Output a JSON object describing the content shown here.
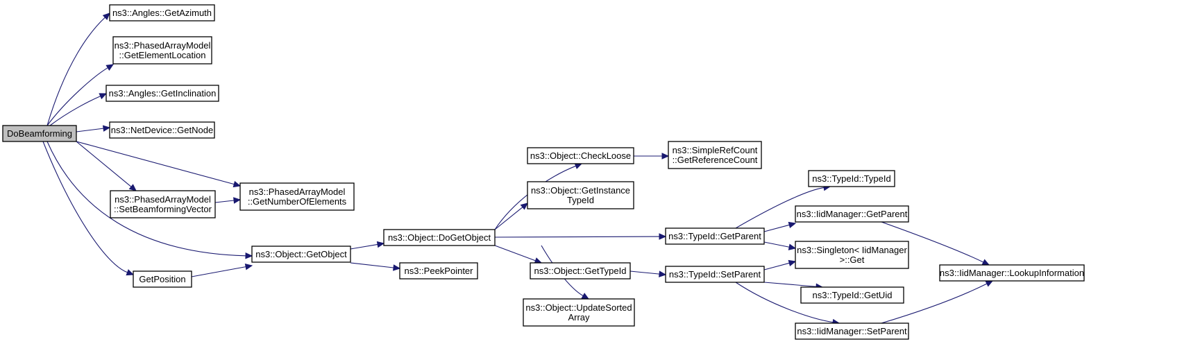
{
  "colors": {
    "edge": "#191970",
    "node_border": "#000000",
    "root_fill": "#bfbfbf",
    "node_fill": "#ffffff"
  },
  "nodes": {
    "dobeamforming": {
      "lines": [
        "DoBeamforming"
      ],
      "root": true
    },
    "angles_getazimuth": {
      "lines": [
        "ns3::Angles::GetAzimuth"
      ]
    },
    "pam_getelementlocation": {
      "lines": [
        "ns3::PhasedArrayModel",
        "::GetElementLocation"
      ]
    },
    "angles_getinclination": {
      "lines": [
        "ns3::Angles::GetInclination"
      ]
    },
    "netdevice_getnode": {
      "lines": [
        "ns3::NetDevice::GetNode"
      ]
    },
    "pam_getnumberofelements": {
      "lines": [
        "ns3::PhasedArrayModel",
        "::GetNumberOfElements"
      ]
    },
    "pam_setbeamformingvector": {
      "lines": [
        "ns3::PhasedArrayModel",
        "::SetBeamformingVector"
      ]
    },
    "object_getobject": {
      "lines": [
        "ns3::Object::GetObject"
      ]
    },
    "getposition": {
      "lines": [
        "GetPosition"
      ]
    },
    "object_dogetobject": {
      "lines": [
        "ns3::Object::DoGetObject"
      ]
    },
    "peekpointer": {
      "lines": [
        "ns3::PeekPointer"
      ]
    },
    "object_checkloose": {
      "lines": [
        "ns3::Object::CheckLoose"
      ]
    },
    "object_getinstancetypeid": {
      "lines": [
        "ns3::Object::GetInstance",
        "TypeId"
      ]
    },
    "object_gettypeid": {
      "lines": [
        "ns3::Object::GetTypeId"
      ]
    },
    "object_updatesortedarray": {
      "lines": [
        "ns3::Object::UpdateSorted",
        "Array"
      ]
    },
    "simplerefcount_getreferencecount": {
      "lines": [
        "ns3::SimpleRefCount",
        "::GetReferenceCount"
      ]
    },
    "typeid_getparent": {
      "lines": [
        "ns3::TypeId::GetParent"
      ]
    },
    "typeid_setparent": {
      "lines": [
        "ns3::TypeId::SetParent"
      ]
    },
    "typeid_typeid": {
      "lines": [
        "ns3::TypeId::TypeId"
      ]
    },
    "iidmanager_getparent": {
      "lines": [
        "ns3::IidManager::GetParent"
      ]
    },
    "singleton_get": {
      "lines": [
        "ns3::Singleton< IidManager",
        ">::Get"
      ]
    },
    "typeid_getuid": {
      "lines": [
        "ns3::TypeId::GetUid"
      ]
    },
    "iidmanager_setparent": {
      "lines": [
        "ns3::IidManager::SetParent"
      ]
    },
    "iidmanager_lookupinformation": {
      "lines": [
        "ns3::IidManager::LookupInformation"
      ]
    }
  },
  "edges": [
    [
      "dobeamforming",
      "angles_getazimuth"
    ],
    [
      "dobeamforming",
      "pam_getelementlocation"
    ],
    [
      "dobeamforming",
      "angles_getinclination"
    ],
    [
      "dobeamforming",
      "netdevice_getnode"
    ],
    [
      "dobeamforming",
      "pam_getnumberofelements"
    ],
    [
      "dobeamforming",
      "pam_setbeamformingvector"
    ],
    [
      "dobeamforming",
      "object_getobject"
    ],
    [
      "dobeamforming",
      "getposition"
    ],
    [
      "pam_setbeamformingvector",
      "pam_getnumberofelements"
    ],
    [
      "getposition",
      "object_getobject"
    ],
    [
      "object_getobject",
      "object_dogetobject"
    ],
    [
      "object_getobject",
      "peekpointer"
    ],
    [
      "object_dogetobject",
      "object_checkloose"
    ],
    [
      "object_dogetobject",
      "object_getinstancetypeid"
    ],
    [
      "object_dogetobject",
      "typeid_getparent"
    ],
    [
      "object_dogetobject",
      "object_gettypeid"
    ],
    [
      "object_dogetobject",
      "object_updatesortedarray"
    ],
    [
      "object_checkloose",
      "simplerefcount_getreferencecount"
    ],
    [
      "object_gettypeid",
      "typeid_setparent"
    ],
    [
      "typeid_getparent",
      "typeid_typeid"
    ],
    [
      "typeid_getparent",
      "iidmanager_getparent"
    ],
    [
      "typeid_getparent",
      "singleton_get"
    ],
    [
      "typeid_setparent",
      "singleton_get"
    ],
    [
      "typeid_setparent",
      "typeid_getuid"
    ],
    [
      "typeid_setparent",
      "iidmanager_setparent"
    ],
    [
      "iidmanager_getparent",
      "iidmanager_lookupinformation"
    ],
    [
      "iidmanager_setparent",
      "iidmanager_lookupinformation"
    ]
  ]
}
